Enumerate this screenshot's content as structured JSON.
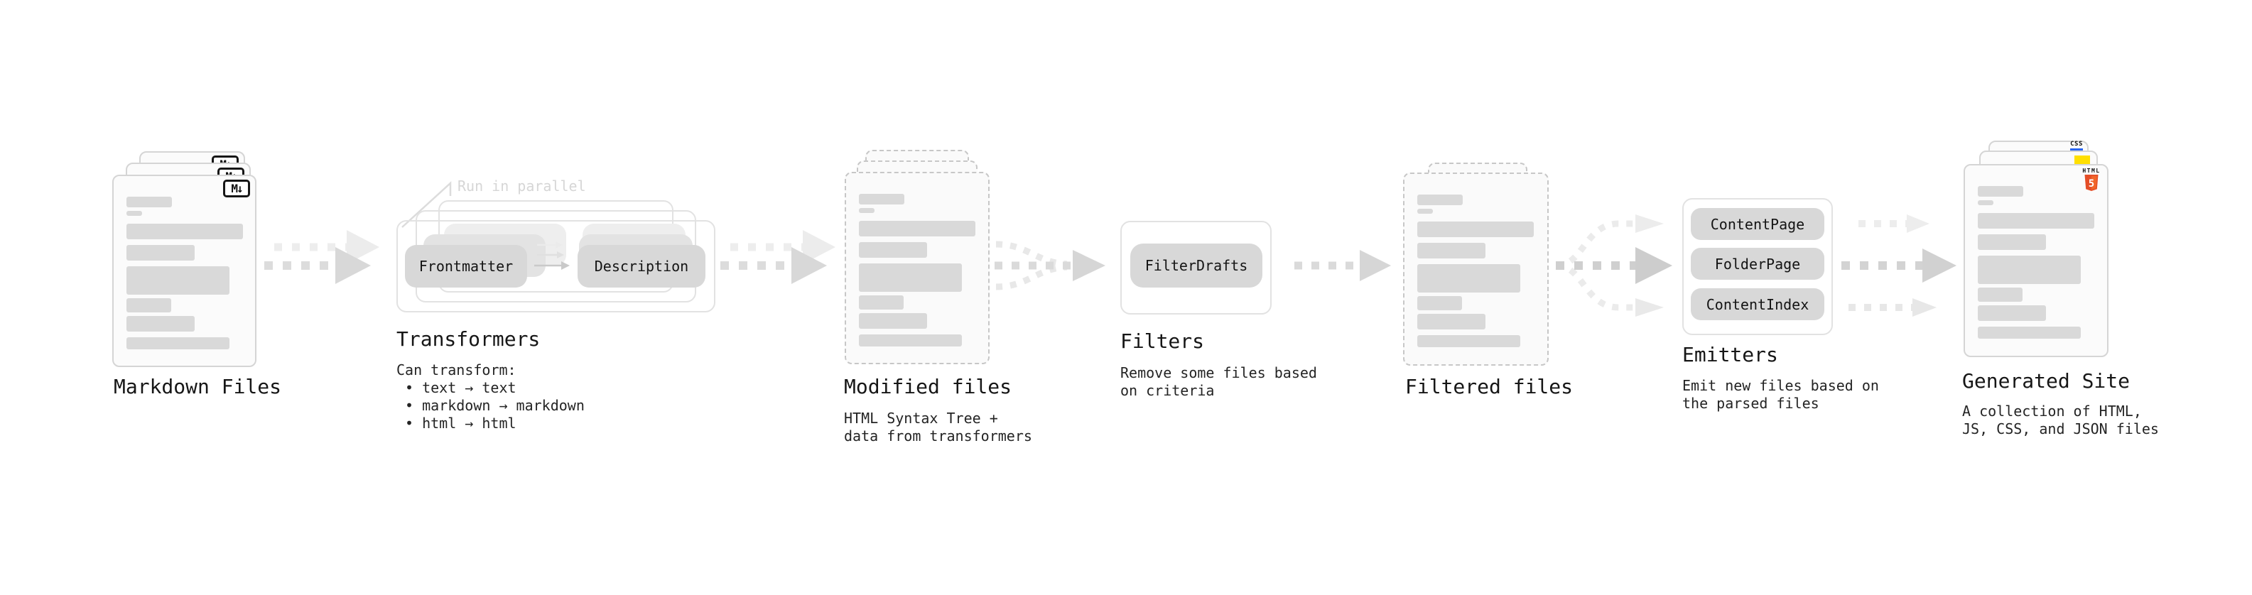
{
  "stages": {
    "markdown": {
      "label": "Markdown Files"
    },
    "transformers": {
      "label": "Transformers",
      "note": "Run in parallel",
      "pill_left": "Frontmatter",
      "pill_right": "Description",
      "desc_title": "Can transform:",
      "bullets": [
        "text → text",
        "markdown → markdown",
        "html → html"
      ]
    },
    "modified": {
      "label": "Modified files",
      "desc": [
        "HTML Syntax Tree +",
        "data from transformers"
      ]
    },
    "filters": {
      "label": "Filters",
      "pill": "FilterDrafts",
      "desc": [
        "Remove some files based",
        "on criteria"
      ]
    },
    "filtered": {
      "label": "Filtered files"
    },
    "emitters": {
      "label": "Emitters",
      "pills": [
        "ContentPage",
        "FolderPage",
        "ContentIndex"
      ],
      "desc": [
        "Emit new files based on",
        "the parsed files"
      ]
    },
    "generated": {
      "label": "Generated Site",
      "desc": [
        "A collection of HTML,",
        "JS, CSS, and JSON files"
      ]
    }
  },
  "icons": {
    "markdown_badge": "M↓",
    "html5_label": "HTML",
    "html5_number": "5",
    "css_label": "CSS"
  },
  "colors": {
    "html5_orange": "#e44d26",
    "html5_orange_light": "#f16529",
    "js_yellow": "#ffdf00",
    "css_blue": "#2965f1",
    "pill_fill": "#d8d8d8",
    "skeleton_bar": "#d9d9d9",
    "card_border": "#d5d5d5",
    "dashed_border": "#c7c7c7",
    "arrow_gray": "#dadada",
    "note_gray": "#d6d6d6",
    "text": "#1a1a1a"
  }
}
